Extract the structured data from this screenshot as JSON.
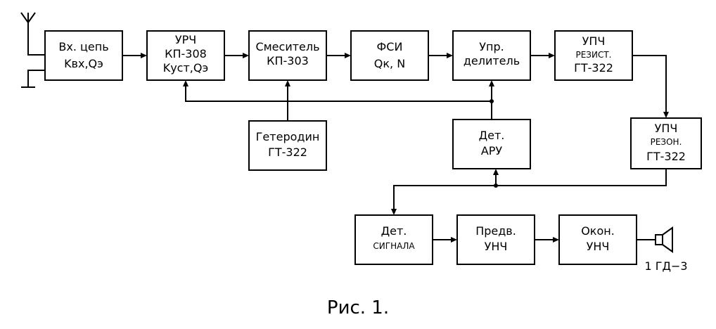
{
  "blocks": {
    "input_circuit": {
      "line1": "Вх. цепь",
      "line2": "Kвх,Qэ"
    },
    "rf_amp": {
      "line1": "УРЧ",
      "line2": "КП-308",
      "line3": "Kуст,Qэ"
    },
    "mixer": {
      "line1": "Смеситель",
      "line2": "КП-303"
    },
    "filter": {
      "line1": "ФСИ",
      "line2": "Qк, N"
    },
    "divider": {
      "line1": "Упр.",
      "line2": "делитель"
    },
    "if_amp_res": {
      "line1": "УПЧ",
      "line2": "РЕЗИСТ.",
      "line3": "ГТ-322"
    },
    "local_osc": {
      "line1": "Гетеродин",
      "line2": "ГТ-322"
    },
    "agc_det": {
      "line1": "Дет.",
      "line2": "АРУ"
    },
    "if_amp_reson": {
      "line1": "УПЧ",
      "line2": "РЕЗОН.",
      "line3": "ГТ-322"
    },
    "signal_det": {
      "line1": "Дет.",
      "line2": "СИГНАЛА"
    },
    "preamp": {
      "line1": "Предв.",
      "line2": "УНЧ"
    },
    "final_amp": {
      "line1": "Окон.",
      "line2": "УНЧ"
    }
  },
  "speaker_label": "1 ГД−3",
  "caption": "Рис. 1."
}
